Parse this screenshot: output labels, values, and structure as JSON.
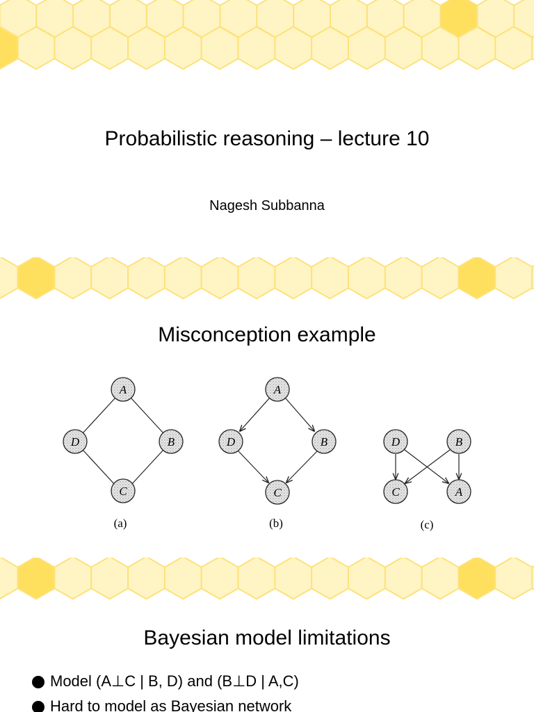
{
  "theme": {
    "hex_fill": "#fff4c4",
    "hex_highlight": "#ffdf5e",
    "hex_stroke": "#fde27a",
    "text_color": "#000000"
  },
  "slide1": {
    "title": "Probabilistic reasoning – lecture 10",
    "author": "Nagesh Subbanna"
  },
  "slide2": {
    "title": "Misconception example",
    "diagrams": [
      {
        "caption": "(a)",
        "nodes": [
          "A",
          "D",
          "B",
          "C"
        ],
        "edges": [
          [
            "A",
            "D"
          ],
          [
            "A",
            "B"
          ],
          [
            "D",
            "C"
          ],
          [
            "B",
            "C"
          ]
        ],
        "directed": false
      },
      {
        "caption": "(b)",
        "nodes": [
          "A",
          "D",
          "B",
          "C"
        ],
        "edges": [
          [
            "A",
            "D"
          ],
          [
            "A",
            "B"
          ],
          [
            "D",
            "C"
          ],
          [
            "B",
            "C"
          ]
        ],
        "directed": true
      },
      {
        "caption": "(c)",
        "nodes": [
          "D",
          "B",
          "C",
          "A"
        ],
        "edges": [
          [
            "D",
            "C"
          ],
          [
            "D",
            "A"
          ],
          [
            "B",
            "C"
          ],
          [
            "B",
            "A"
          ]
        ],
        "directed": true
      }
    ]
  },
  "slide3": {
    "title": "Bayesian model limitations",
    "bullets": [
      "Model (A⊥C | B, D) and (B⊥D | A,C)",
      "Hard to model as Bayesian network"
    ]
  }
}
